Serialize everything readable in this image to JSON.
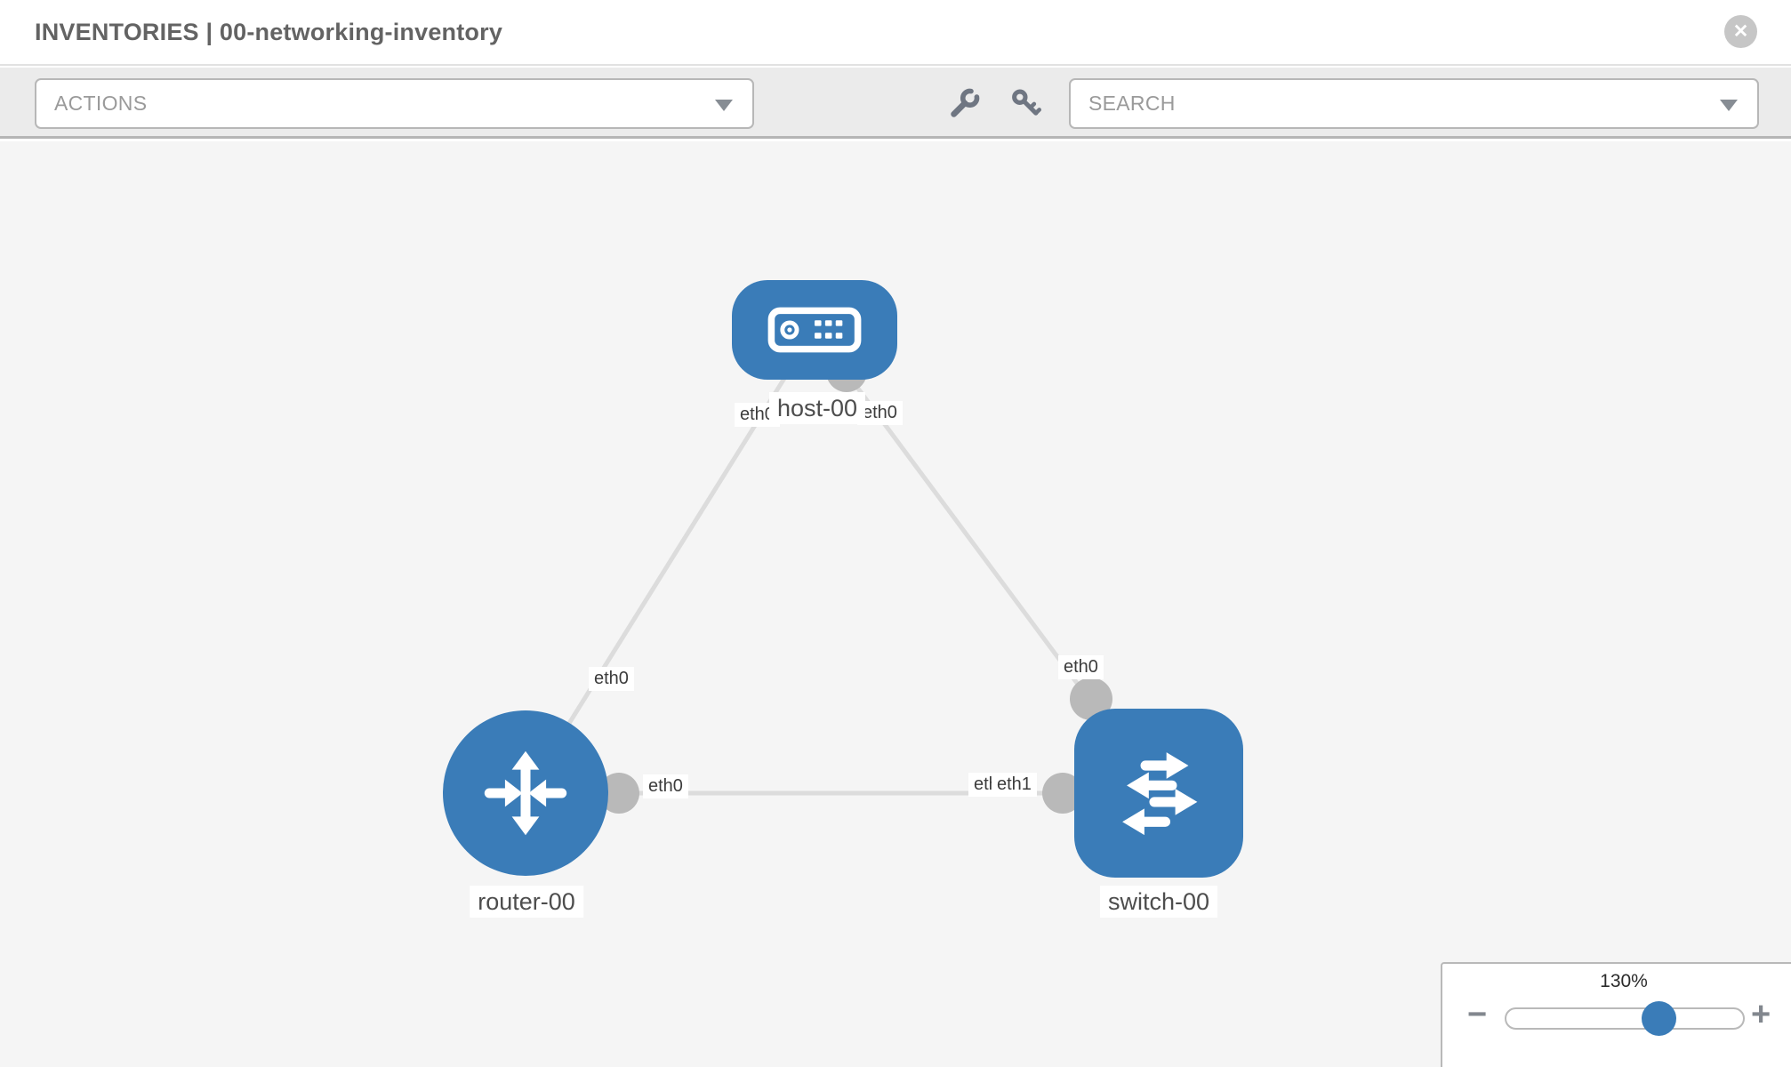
{
  "header": {
    "title": "INVENTORIES | 00-networking-inventory",
    "close_glyph": "✕"
  },
  "toolbar": {
    "actions": {
      "label": "ACTIONS"
    },
    "search": {
      "label": "SEARCH"
    },
    "icons": [
      {
        "name": "wrench-icon"
      },
      {
        "name": "key-icon"
      }
    ]
  },
  "topology": {
    "nodes": [
      {
        "label": "host-00",
        "type": "host"
      },
      {
        "label": "router-00",
        "type": "router"
      },
      {
        "label": "switch-00",
        "type": "switch"
      }
    ],
    "links": [
      {
        "source": "host-00",
        "target": "router-00",
        "source_iface": "eth0",
        "target_iface": "eth0"
      },
      {
        "source": "host-00",
        "target": "switch-00",
        "source_iface": "eth0",
        "target_iface": "eth0"
      },
      {
        "source": "router-00",
        "target": "switch-00",
        "source_iface": "eth0",
        "target_iface": "eth1"
      }
    ]
  },
  "zoom_control": {
    "value": "130%",
    "minus_glyph": "−",
    "plus_glyph": "+"
  },
  "colors": {
    "node_blue": "#3a7cb8",
    "port_gray": "#b9b9b9",
    "link_gray": "#dcdcdc",
    "canvas_bg": "#f5f5f5",
    "toolbar_bg": "#ebebeb"
  }
}
